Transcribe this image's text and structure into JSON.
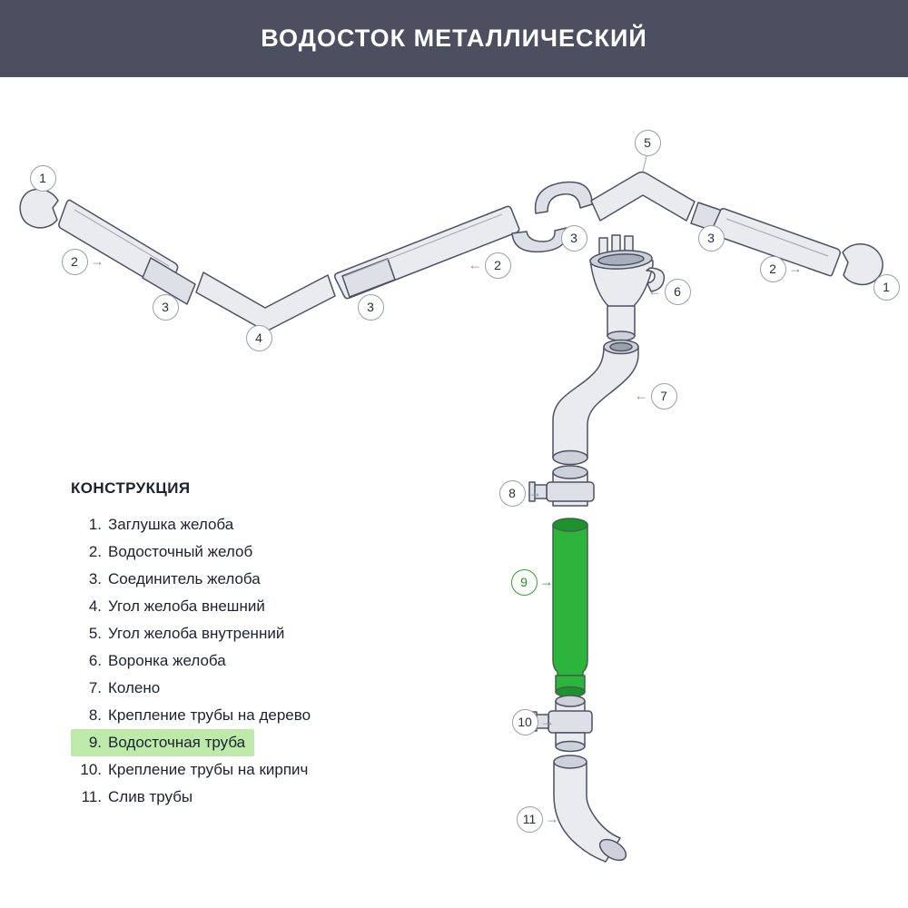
{
  "header": {
    "title": "ВОДОСТОК МЕТАЛЛИЧЕСКИЙ"
  },
  "legend": {
    "title": "КОНСТРУКЦИЯ",
    "items": [
      {
        "num": "1.",
        "label": "Заглушка желоба",
        "highlighted": false
      },
      {
        "num": "2.",
        "label": "Водосточный желоб",
        "highlighted": false
      },
      {
        "num": "3.",
        "label": "Соединитель желоба",
        "highlighted": false
      },
      {
        "num": "4.",
        "label": "Угол желоба внешний",
        "highlighted": false
      },
      {
        "num": "5.",
        "label": "Угол желоба внутренний",
        "highlighted": false
      },
      {
        "num": "6.",
        "label": "Воронка желоба",
        "highlighted": false
      },
      {
        "num": "7.",
        "label": "Колено",
        "highlighted": false
      },
      {
        "num": "8.",
        "label": "Крепление трубы на дерево",
        "highlighted": false
      },
      {
        "num": "9.",
        "label": "Водосточная труба",
        "highlighted": true
      },
      {
        "num": "10.",
        "label": "Крепление трубы на кирпич",
        "highlighted": false
      },
      {
        "num": "11.",
        "label": "Слив трубы",
        "highlighted": false
      }
    ]
  },
  "diagram": {
    "callouts": [
      {
        "label": "1",
        "arrow": ""
      },
      {
        "label": "2",
        "arrow": "→"
      },
      {
        "label": "3",
        "arrow": ""
      },
      {
        "label": "4",
        "arrow": ""
      },
      {
        "label": "3",
        "arrow": ""
      },
      {
        "label": "2",
        "arrow": "←"
      },
      {
        "label": "3",
        "arrow": ""
      },
      {
        "label": "5",
        "arrow": ""
      },
      {
        "label": "3",
        "arrow": ""
      },
      {
        "label": "2",
        "arrow": "→"
      },
      {
        "label": "1",
        "arrow": ""
      },
      {
        "label": "6",
        "arrow": "←"
      },
      {
        "label": "7",
        "arrow": "←"
      },
      {
        "label": "8",
        "arrow": "→"
      },
      {
        "label": "9",
        "arrow": "→"
      },
      {
        "label": "10",
        "arrow": "→"
      },
      {
        "label": "11",
        "arrow": "→"
      }
    ]
  },
  "colors": {
    "header_bg": "#4b4f60",
    "part_fill": "#e9ebef",
    "part_stroke": "#4d5263",
    "highlight_green": "#2db43c",
    "legend_highlight_bg": "#bdeaa9"
  }
}
